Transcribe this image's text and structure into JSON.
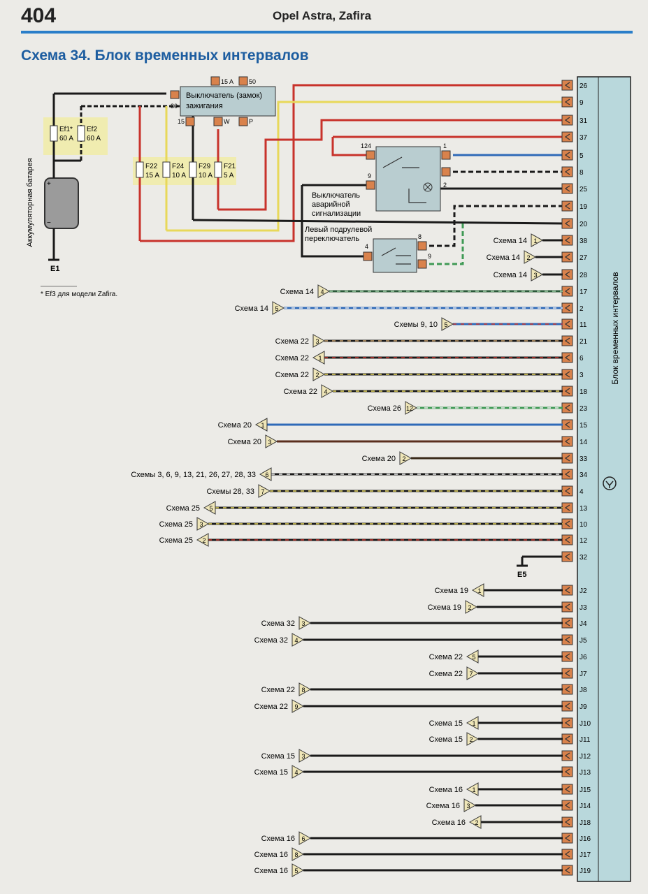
{
  "header": {
    "page_number": "404",
    "book_title": "Opel Astra, Zafira"
  },
  "title": "Схема 34. Блок временных интервалов",
  "module": {
    "label": "Блок временных интервалов"
  },
  "battery": {
    "label": "Аккумуляторная батарея",
    "plus": "+",
    "minus": "−",
    "ground": "E1"
  },
  "footnote": "* Ef3 для модели Zafira.",
  "fuses_main": [
    {
      "name": "Ef1*",
      "rating": "60 A"
    },
    {
      "name": "Ef2",
      "rating": "60 A"
    }
  ],
  "fuses_block": [
    {
      "name": "F22",
      "rating": "15 A"
    },
    {
      "name": "F24",
      "rating": "10 A"
    },
    {
      "name": "F29",
      "rating": "10 A"
    },
    {
      "name": "F21",
      "rating": "5 A"
    }
  ],
  "ignition_switch": {
    "label_line1": "Выключатель (замок)",
    "label_line2": "зажигания",
    "pins": {
      "p30": "30",
      "p15a": "15 A",
      "p50": "50",
      "p15": "15",
      "pw": "W",
      "pp": "P"
    }
  },
  "hazard_switch": {
    "label_lines": [
      "Выключатель",
      "аварийной",
      "сигнализации"
    ],
    "pins": {
      "p124": "124",
      "p1": "1",
      "p9": "9",
      "p2": "2"
    }
  },
  "stalk_switch": {
    "label_lines": [
      "Левый подрулевой",
      "переключатель"
    ],
    "pins": {
      "p4": "4",
      "p8": "8",
      "p9": "9"
    }
  },
  "ground_e5": "E5",
  "top_pins": [
    "26",
    "9",
    "31",
    "37",
    "5",
    "8",
    "25",
    "19",
    "20"
  ],
  "refs": [
    {
      "pin": "38",
      "label": "Схема 14",
      "num": "1"
    },
    {
      "pin": "27",
      "label": "Схема 14",
      "num": "2"
    },
    {
      "pin": "28",
      "label": "Схема 14",
      "num": "3"
    },
    {
      "pin": "17",
      "label": "Схема 14",
      "num": "4"
    },
    {
      "pin": "2",
      "label": "Схема 14",
      "num": "5"
    },
    {
      "pin": "11",
      "label": "Схемы 9, 10",
      "num": "5"
    },
    {
      "pin": "21",
      "label": "Схема 22",
      "num": "3"
    },
    {
      "pin": "6",
      "label": "Схема 22",
      "num": "1"
    },
    {
      "pin": "3",
      "label": "Схема 22",
      "num": "2"
    },
    {
      "pin": "18",
      "label": "Схема 22",
      "num": "4"
    },
    {
      "pin": "23",
      "label": "Схема 26",
      "num": "12"
    },
    {
      "pin": "15",
      "label": "Схема 20",
      "num": "1"
    },
    {
      "pin": "14",
      "label": "Схема 20",
      "num": "3"
    },
    {
      "pin": "33",
      "label": "Схема 20",
      "num": "2"
    },
    {
      "pin": "34",
      "label": "Схемы 3, 6, 9, 13, 21, 26, 27, 28, 33",
      "num": "6"
    },
    {
      "pin": "4",
      "label": "Схемы 28, 33",
      "num": "7"
    },
    {
      "pin": "13",
      "label": "Схема 25",
      "num": "5"
    },
    {
      "pin": "10",
      "label": "Схема 25",
      "num": "3"
    },
    {
      "pin": "12",
      "label": "Схема 25",
      "num": "2"
    },
    {
      "pin": "32",
      "label": "",
      "num": ""
    },
    {
      "pin": "J2",
      "label": "Схема 19",
      "num": "1"
    },
    {
      "pin": "J3",
      "label": "Схема 19",
      "num": "2"
    },
    {
      "pin": "J4",
      "label": "Схема 32",
      "num": "3"
    },
    {
      "pin": "J5",
      "label": "Схема 32",
      "num": "4"
    },
    {
      "pin": "J6",
      "label": "Схема 22",
      "num": "5"
    },
    {
      "pin": "J7",
      "label": "Схема 22",
      "num": "7"
    },
    {
      "pin": "J8",
      "label": "Схема 22",
      "num": "8"
    },
    {
      "pin": "J9",
      "label": "Схема 22",
      "num": "9"
    },
    {
      "pin": "J10",
      "label": "Схема 15",
      "num": "1"
    },
    {
      "pin": "J11",
      "label": "Схема 15",
      "num": "2"
    },
    {
      "pin": "J12",
      "label": "Схема 15",
      "num": "3"
    },
    {
      "pin": "J13",
      "label": "Схема 15",
      "num": "4"
    },
    {
      "pin": "J15",
      "label": "Схема 16",
      "num": "1"
    },
    {
      "pin": "J14",
      "label": "Схема 16",
      "num": "3"
    },
    {
      "pin": "J18",
      "label": "Схема 16",
      "num": "2"
    },
    {
      "pin": "J16",
      "label": "Схема 16",
      "num": "6"
    },
    {
      "pin": "J17",
      "label": "Схема 16",
      "num": "8"
    },
    {
      "pin": "J19",
      "label": "Схема 16",
      "num": "5"
    }
  ],
  "colors": {
    "red": "#c8322b",
    "yellow": "#e8d85a",
    "blue": "#2f6ab8",
    "black": "#1a1a1a",
    "green": "#3f9a55",
    "connector": "#d9824c",
    "module": "#b9d8dc",
    "fuse_block": "#f0ecb0",
    "accent": "#1d5da0"
  }
}
